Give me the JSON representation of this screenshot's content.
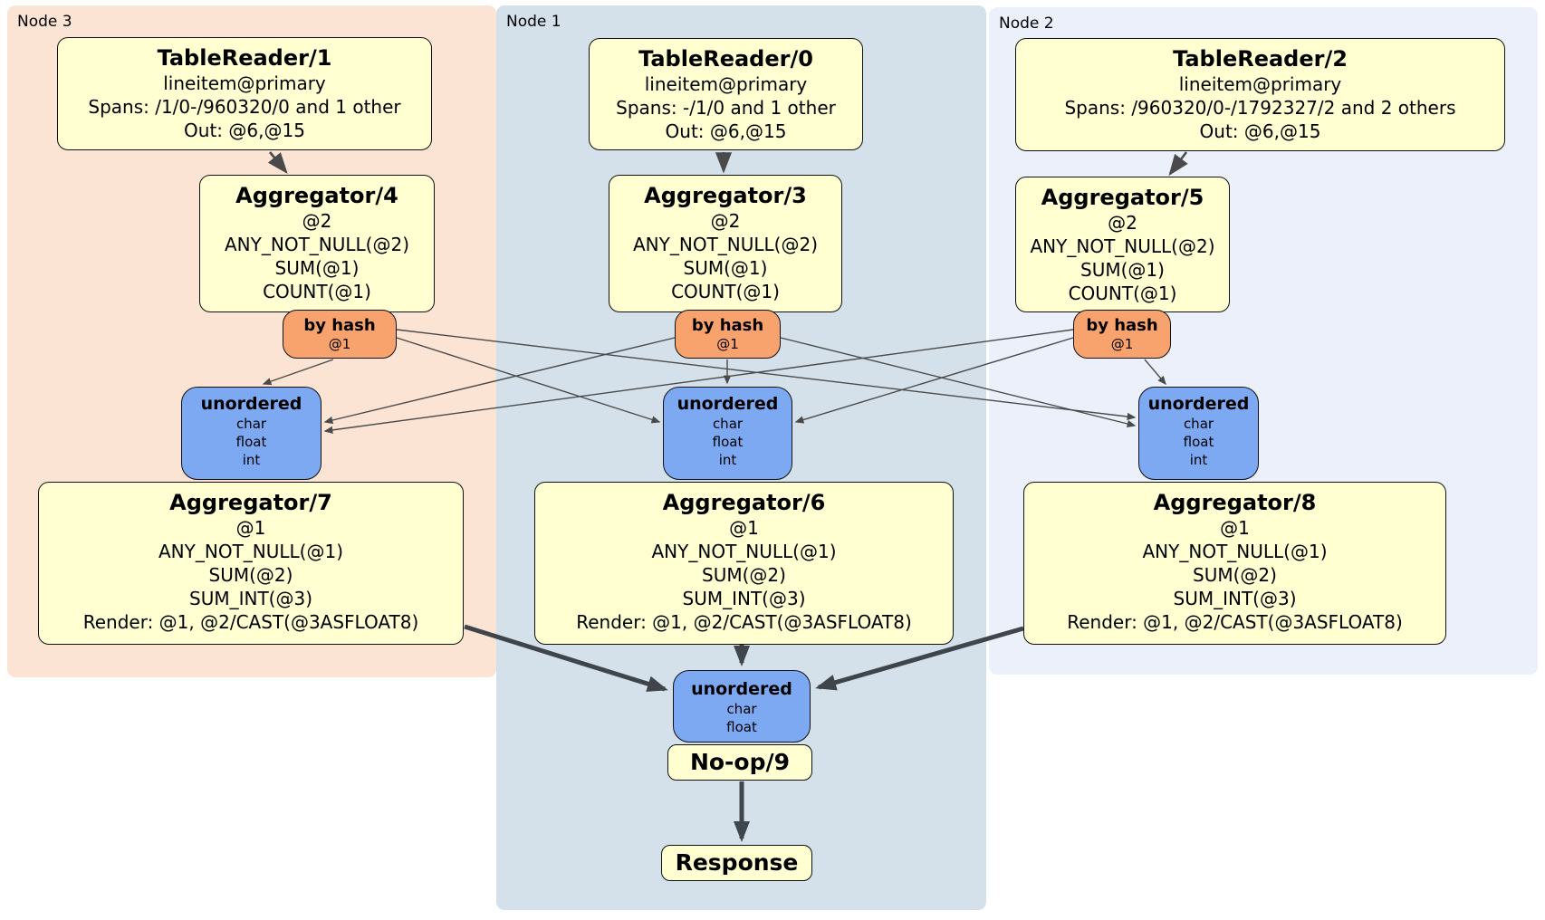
{
  "palette": {
    "node3_bg": "#fce4d4",
    "node1_bg": "#d4e1ea",
    "node2_bg": "#ebf0fb",
    "box_fill": "#ffffd1",
    "router_fill": "#f8a26d",
    "sync_fill": "#7da9f3",
    "edge_thin": "#4a4a4a",
    "edge_thick": "#3f454a"
  },
  "groups": [
    {
      "label": "Node 3",
      "table_reader": {
        "title": "TableReader/1",
        "index": "lineitem@primary",
        "spans": "Spans: /1/0-/960320/0 and 1 other",
        "out": "Out: @6,@15"
      },
      "aggregator_top": {
        "title": "Aggregator/4",
        "lines": [
          "@2",
          "ANY_NOT_NULL(@2)",
          "SUM(@1)",
          "COUNT(@1)"
        ]
      },
      "router": {
        "title": "by hash",
        "key": "@1"
      },
      "sync": {
        "title": "unordered",
        "columns": [
          "char",
          "float",
          "int"
        ]
      },
      "aggregator_bottom": {
        "title": "Aggregator/7",
        "lines": [
          "@1",
          "ANY_NOT_NULL(@1)",
          "SUM(@2)",
          "SUM_INT(@3)",
          "Render: @1, @2/CAST(@3ASFLOAT8)"
        ]
      }
    },
    {
      "label": "Node 1",
      "table_reader": {
        "title": "TableReader/0",
        "index": "lineitem@primary",
        "spans": "Spans: -/1/0 and 1 other",
        "out": "Out: @6,@15"
      },
      "aggregator_top": {
        "title": "Aggregator/3",
        "lines": [
          "@2",
          "ANY_NOT_NULL(@2)",
          "SUM(@1)",
          "COUNT(@1)"
        ]
      },
      "router": {
        "title": "by hash",
        "key": "@1"
      },
      "sync": {
        "title": "unordered",
        "columns": [
          "char",
          "float",
          "int"
        ]
      },
      "aggregator_bottom": {
        "title": "Aggregator/6",
        "lines": [
          "@1",
          "ANY_NOT_NULL(@1)",
          "SUM(@2)",
          "SUM_INT(@3)",
          "Render: @1, @2/CAST(@3ASFLOAT8)"
        ]
      }
    },
    {
      "label": "Node 2",
      "table_reader": {
        "title": "TableReader/2",
        "index": "lineitem@primary",
        "spans": "Spans: /960320/0-/1792327/2 and 2 others",
        "out": "Out: @6,@15"
      },
      "aggregator_top": {
        "title": "Aggregator/5",
        "lines": [
          "@2",
          "ANY_NOT_NULL(@2)",
          "SUM(@1)",
          "COUNT(@1)"
        ]
      },
      "router": {
        "title": "by hash",
        "key": "@1"
      },
      "sync": {
        "title": "unordered",
        "columns": [
          "char",
          "float",
          "int"
        ]
      },
      "aggregator_bottom": {
        "title": "Aggregator/8",
        "lines": [
          "@1",
          "ANY_NOT_NULL(@1)",
          "SUM(@2)",
          "SUM_INT(@3)",
          "Render: @1, @2/CAST(@3ASFLOAT8)"
        ]
      }
    }
  ],
  "final": {
    "sync": {
      "title": "unordered",
      "columns": [
        "char",
        "float"
      ]
    },
    "noop": {
      "title": "No-op/9"
    },
    "response": {
      "title": "Response"
    }
  }
}
